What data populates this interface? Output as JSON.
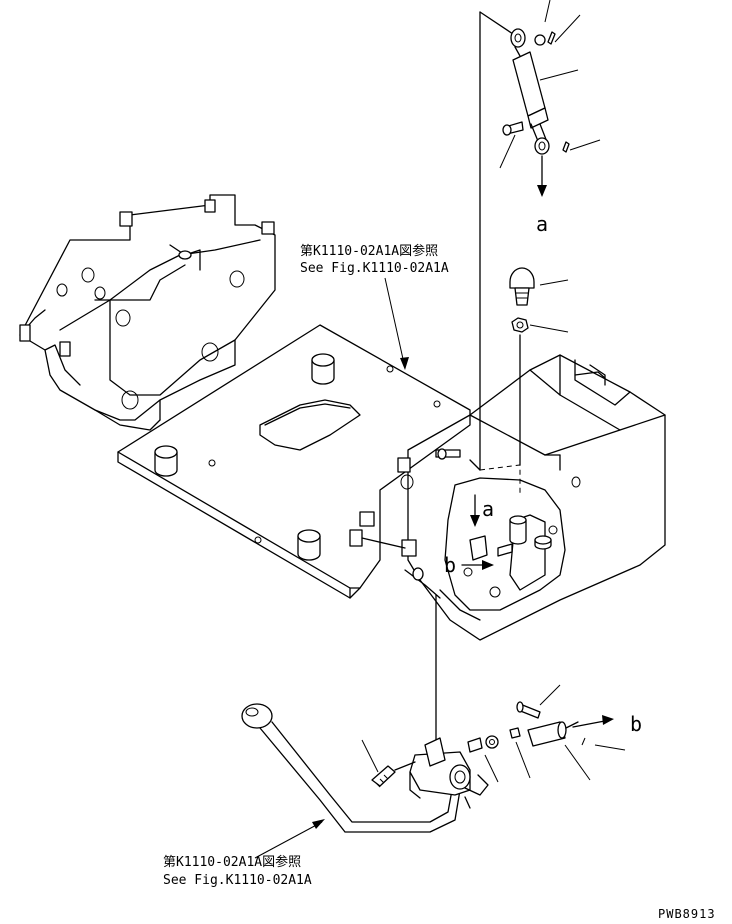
{
  "references": {
    "top": {
      "line1": "第K1110-02A1A図参照",
      "line2": "See Fig.K1110-02A1A"
    },
    "bottom": {
      "line1": "第K1110-02A1A図参照",
      "line2": "See Fig.K1110-02A1A"
    }
  },
  "callouts": {
    "a_arrow": "a",
    "a_detail": "a",
    "b_detail": "b",
    "b_arrow": "b"
  },
  "drawing_code": "PWB8913"
}
